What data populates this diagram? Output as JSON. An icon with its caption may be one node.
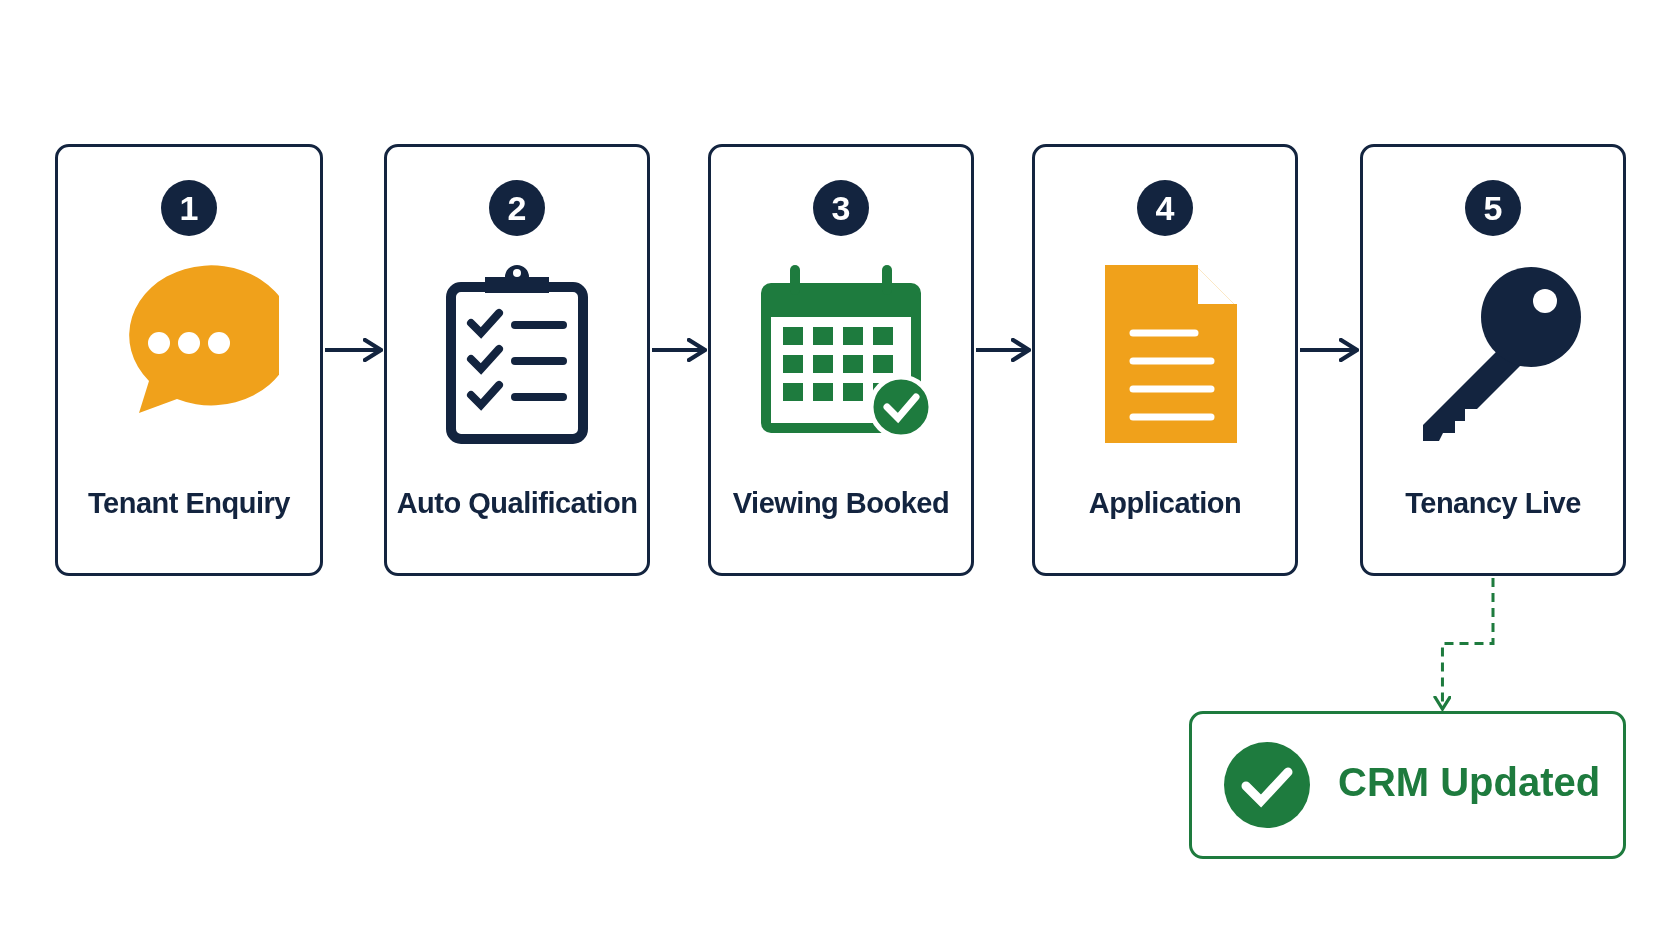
{
  "diagram": {
    "nodes": [
      {
        "text": [
          "1",
          "Tenant Enquiry"
        ]
      },
      {
        "text": [
          "2",
          "Auto Qualification"
        ]
      },
      {
        "text": [
          "3",
          "Viewing Booked"
        ]
      },
      {
        "text": [
          "4",
          "Application"
        ]
      },
      {
        "text": [
          "5",
          "Tenancy Live"
        ]
      },
      {
        "text": [
          "CRM Updated"
        ]
      }
    ],
    "edges": [
      {
        "from": 0,
        "to": 1,
        "arrow": "to"
      },
      {
        "from": 1,
        "to": 2,
        "arrow": "to"
      },
      {
        "from": 2,
        "to": 3,
        "arrow": "to"
      },
      {
        "from": 3,
        "to": 4,
        "arrow": "to"
      },
      {
        "from": 4,
        "to": 5,
        "arrow": "to",
        "style": "dashed",
        "color": "#1e7b3e"
      }
    ]
  }
}
